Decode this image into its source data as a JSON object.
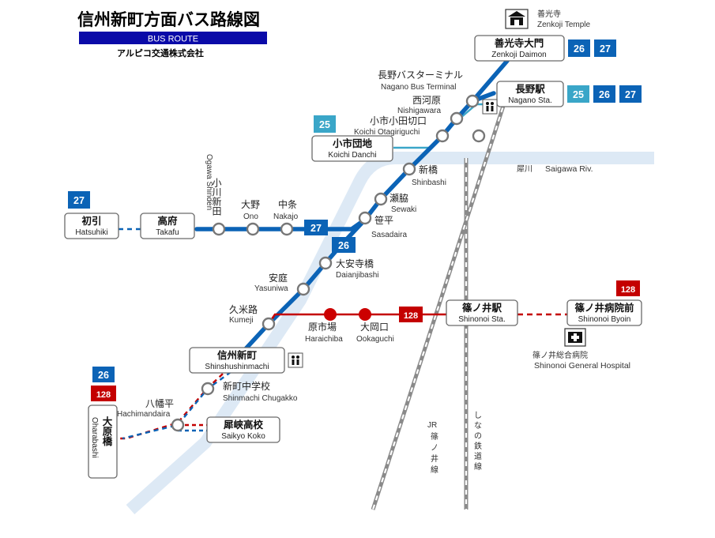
{
  "header": {
    "title": "信州新町方面バス路線図",
    "subtitle": "BUS ROUTE",
    "company": "アルピコ交通株式会社"
  },
  "legend_colors": {
    "route_blue": "#0b63b6",
    "route_light": "#3aa6c8",
    "route_red": "#c40000",
    "river": "#dde9f5",
    "rail": "#8a8a8a"
  },
  "landmarks": {
    "zenkoji": {
      "ja": "善光寺",
      "en": "Zenkoji Temple",
      "icon": "temple-icon"
    },
    "river": {
      "ja": "犀川",
      "en": "Saigawa Riv."
    },
    "hospital": {
      "ja": "篠ノ井総合病院",
      "en": "Shinonoi General Hospital",
      "icon": "hospital-icon"
    },
    "jr_line": [
      "JR",
      "篠",
      "ノ",
      "井",
      "線"
    ],
    "shinano_line": [
      "し",
      "な",
      "の",
      "鉄",
      "道",
      "線"
    ]
  },
  "boxed_stops": {
    "zenkoji_daimon": {
      "ja": "善光寺大門",
      "en": "Zenkoji Daimon",
      "routes": [
        "26",
        "27"
      ]
    },
    "nagano_sta": {
      "ja": "長野駅",
      "en": "Nagano Sta.",
      "routes": [
        "25",
        "26",
        "27"
      ]
    },
    "koichi_danchi": {
      "ja": "小市団地",
      "en": "Koichi Danchi",
      "routes": [
        "25"
      ]
    },
    "hatsuhiki": {
      "ja": "初引",
      "en": "Hatsuhiki",
      "routes": [
        "27"
      ]
    },
    "takafu": {
      "ja": "高府",
      "en": "Takafu"
    },
    "shinonoi_sta": {
      "ja": "篠ノ井駅",
      "en": "Shinonoi Sta."
    },
    "shinonoi_byoin": {
      "ja": "篠ノ井病院前",
      "en": "Shinonoi Byoin",
      "routes": [
        "128"
      ]
    },
    "shinshushinmachi": {
      "ja": "信州新町",
      "en": "Shinshushinmachi"
    },
    "saikyo_koko": {
      "ja": "犀峡高校",
      "en": "Saikyo Koko"
    },
    "oharabashi": {
      "ja": "大原橋",
      "en": "Oharabashi",
      "routes": [
        "26",
        "128"
      ]
    }
  },
  "stops": {
    "nagano_bt": {
      "ja": "長野バスターミナル",
      "en": "Nagano Bus Terminal"
    },
    "nishigawara": {
      "ja": "西河原",
      "en": "Nishigawara"
    },
    "otagiriguchi": {
      "ja": "小市小田切口",
      "en": "Koichi Otagiriguchi"
    },
    "shinbashi": {
      "ja": "新橋",
      "en": "Shinbashi"
    },
    "sewaki": {
      "ja": "瀬脇",
      "en": "Sewaki"
    },
    "sasadaira": {
      "ja": "笹平",
      "en": "Sasadaira"
    },
    "daianjibashi": {
      "ja": "大安寺橋",
      "en": "Daianjibashi"
    },
    "yasuniwa": {
      "ja": "安庭",
      "en": "Yasuniwa"
    },
    "kumeji": {
      "ja": "久米路",
      "en": "Kumeji"
    },
    "haraichiba": {
      "ja": "原市場",
      "en": "Haraichiba"
    },
    "ookaguchi": {
      "ja": "大岡口",
      "en": "Ookaguchi"
    },
    "ogawa_shinden": {
      "ja": "小川新田",
      "en": "Ogawa Shinden"
    },
    "ono": {
      "ja": "大野",
      "en": "Ono"
    },
    "nakajo": {
      "ja": "中条",
      "en": "Nakajo"
    },
    "chugakko": {
      "ja": "新町中学校",
      "en": "Shinmachi Chugakko"
    },
    "hachimandaira": {
      "ja": "八幡平",
      "en": "Hachimandaira"
    }
  },
  "route_tags": {
    "r26": "26",
    "r27": "27",
    "r128": "128"
  }
}
